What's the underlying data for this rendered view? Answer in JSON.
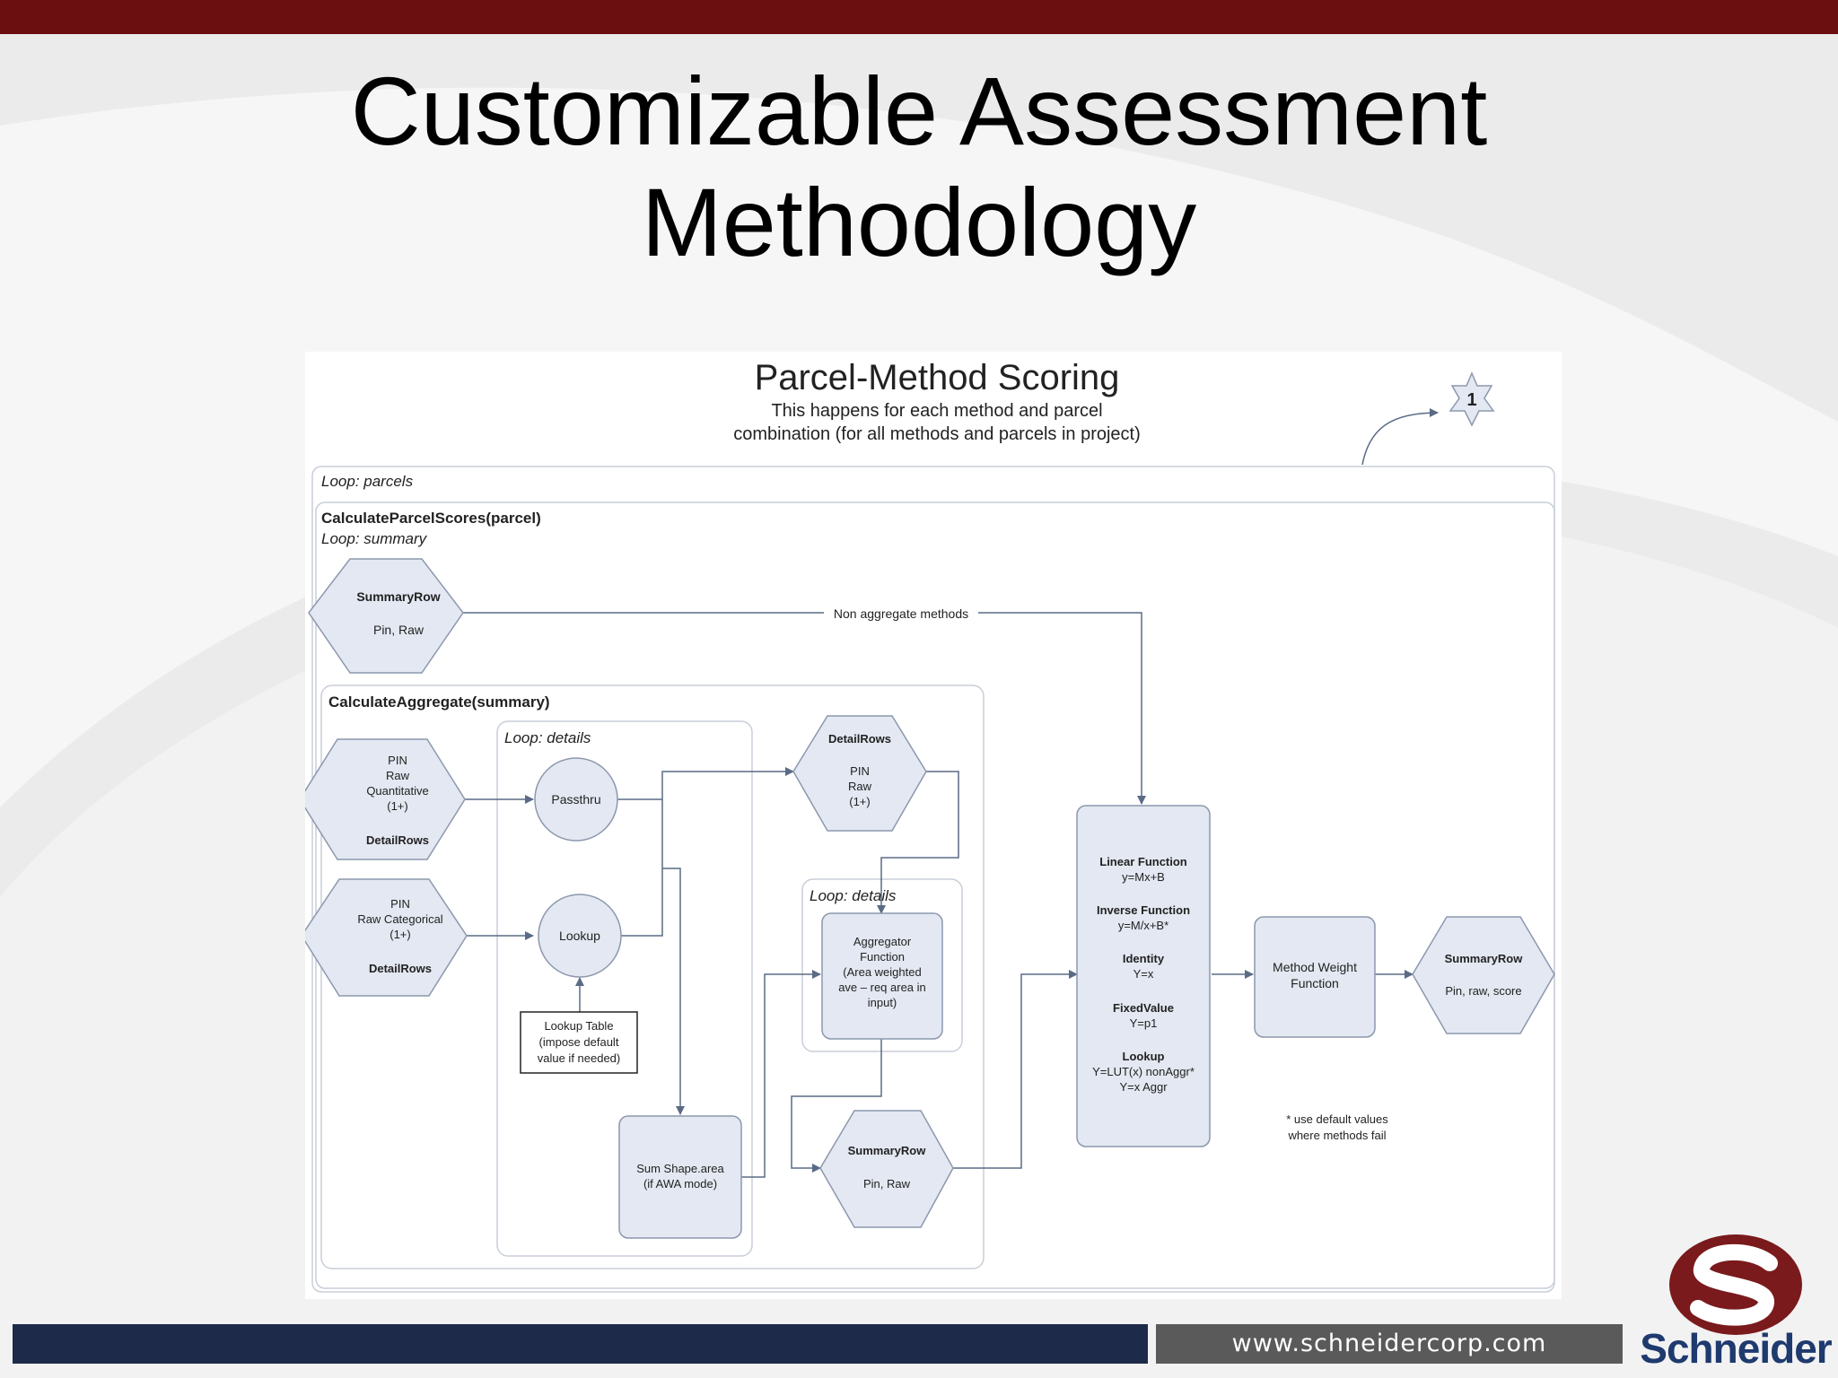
{
  "slide": {
    "title_line1": "Customizable Assessment",
    "title_line2": "Methodology",
    "footer_url": "www.schneidercorp.com",
    "logo_text": "Schneider",
    "colors": {
      "top_bar": "#6b0f10",
      "footer_bar": "#1e2a4a",
      "footer_url_bar": "#5a5a5a",
      "logo_red": "#7a1a1c",
      "logo_blue": "#1e3a6e",
      "node_fill": "#e3e8f2",
      "node_stroke": "#8c98ad"
    }
  },
  "diagram": {
    "heading": "Parcel-Method Scoring",
    "subtitle_line1": "This happens for each method and parcel",
    "subtitle_line2": "combination (for all methods and parcels in project)",
    "star_label": "1",
    "loop_parcels": "Loop: parcels",
    "calc_parcel_scores": "CalculateParcelScores(parcel)",
    "loop_summary": "Loop: summary",
    "summary_row_top": {
      "title": "SummaryRow",
      "body": "Pin, Raw"
    },
    "non_aggregate_label": "Non aggregate methods",
    "calc_aggregate": "CalculateAggregate(summary)",
    "loop_details_1": "Loop: details",
    "loop_details_2": "Loop: details",
    "pin_quant": {
      "lines": [
        "PIN",
        "Raw",
        "Quantitative",
        "(1+)"
      ],
      "footer": "DetailRows"
    },
    "pin_cat": {
      "lines": [
        "PIN",
        "Raw Categorical",
        "(1+)"
      ],
      "footer": "DetailRows"
    },
    "passthru": "Passthru",
    "lookup": "Lookup",
    "lookup_table": [
      "Lookup Table",
      "(impose default",
      "value if needed)"
    ],
    "detail_rows": {
      "title": "DetailRows",
      "lines": [
        "PIN",
        "Raw",
        "(1+)"
      ]
    },
    "aggregator": [
      "Aggregator",
      "Function",
      "(Area weighted",
      "ave – req area in",
      "input)"
    ],
    "sum_shape": [
      "Sum Shape.area",
      "(if AWA mode)"
    ],
    "summary_row_bottom": {
      "title": "SummaryRow",
      "body": "Pin, Raw"
    },
    "functions": [
      {
        "name": "Linear Function",
        "formula": "y=Mx+B"
      },
      {
        "name": "Inverse Function",
        "formula": "y=M/x+B*"
      },
      {
        "name": "Identity",
        "formula": "Y=x"
      },
      {
        "name": "FixedValue",
        "formula": "Y=p1"
      },
      {
        "name": "Lookup",
        "formula": "Y=LUT(x) nonAggr*",
        "formula2": "Y=x Aggr"
      }
    ],
    "method_weight": [
      "Method Weight",
      "Function"
    ],
    "summary_row_final": {
      "title": "SummaryRow",
      "body": "Pin, raw, score"
    },
    "footnote_line1": "* use default values",
    "footnote_line2": "where methods fail"
  }
}
